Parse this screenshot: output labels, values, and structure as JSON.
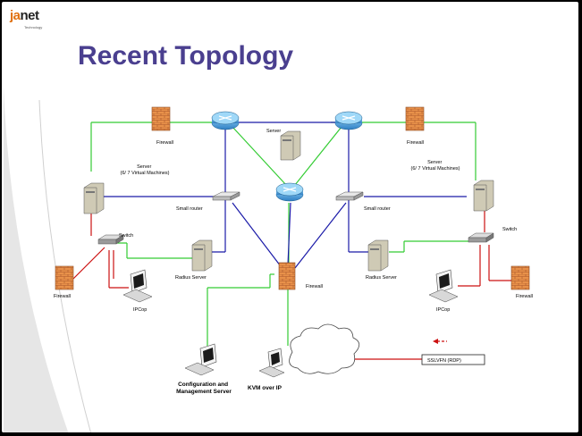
{
  "slide": {
    "title": "Recent Topology",
    "logo": {
      "brand_main": "ja",
      "brand_rest": "net",
      "tagline": "Technology"
    }
  },
  "labels": {
    "firewall_top_left": "Firewall",
    "firewall_top_right": "Firewall",
    "server_center": "Server",
    "server_left": "Server\n(6/ 7 Virtual Machines)",
    "server_right": "Server\n(6/ 7 Virtual Machines)",
    "small_router_left": "Small router",
    "small_router_right": "Small router",
    "switch_left": "Switch",
    "switch_right": "Switch",
    "radius_left": "Radius Server",
    "radius_right": "Radius Server",
    "firewall_center": "Firewall",
    "firewall_bottom_left": "Firewall",
    "firewall_bottom_right": "Firewall",
    "ipcop_left": "IPCop",
    "ipcop_right": "IPCop",
    "config_server": "Configuration and\nManagement Server",
    "kvm": "KVM over IP",
    "sslvpn": "SSLVFN (RDP)"
  },
  "colors": {
    "title": "#4a3f8f",
    "green_link": "#33cc33",
    "blue_link": "#1a1aa8",
    "red_link": "#cc1111",
    "router": "#3a8fd0",
    "firewall": "#e08840",
    "background": "#000000"
  }
}
